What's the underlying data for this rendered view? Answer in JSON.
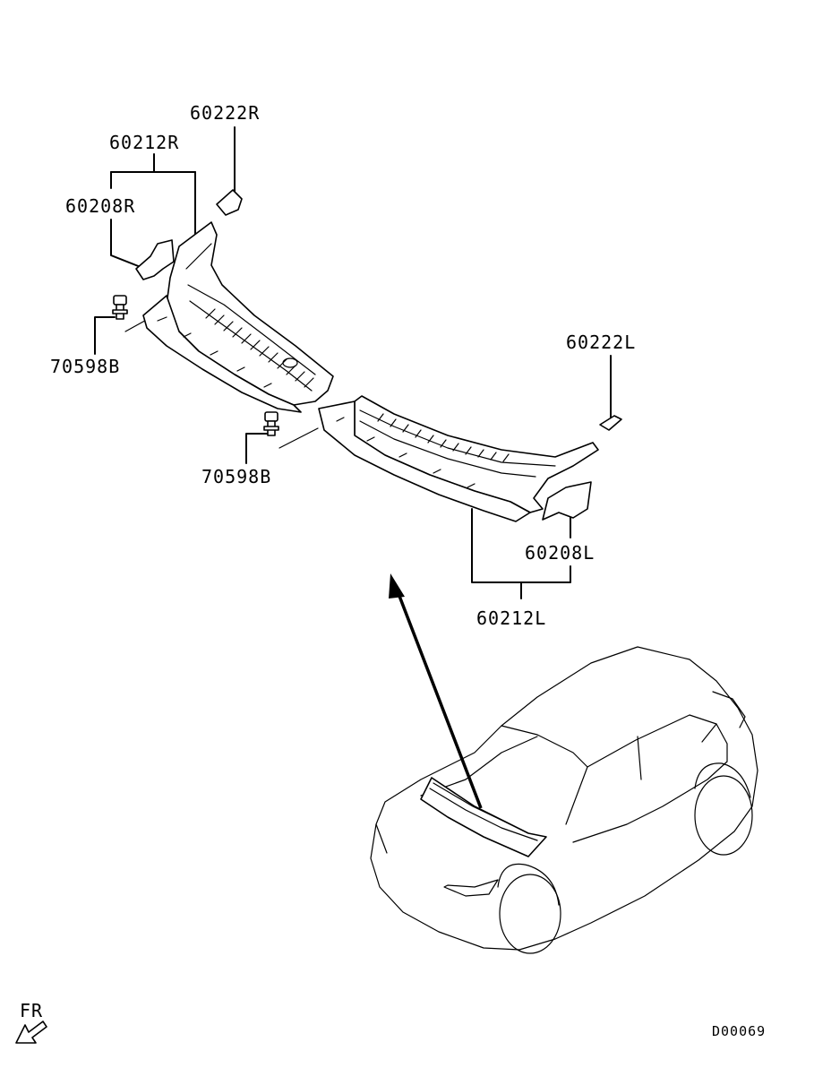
{
  "labels": {
    "p60222R": "60222R",
    "p60212R": "60212R",
    "p60208R": "60208R",
    "p70598B_top": "70598B",
    "p70598B_mid": "70598B",
    "p60222L": "60222L",
    "p60208L": "60208L",
    "p60212L": "60212L"
  },
  "orientation": {
    "label": "FR"
  },
  "diagram_id": "D00069"
}
